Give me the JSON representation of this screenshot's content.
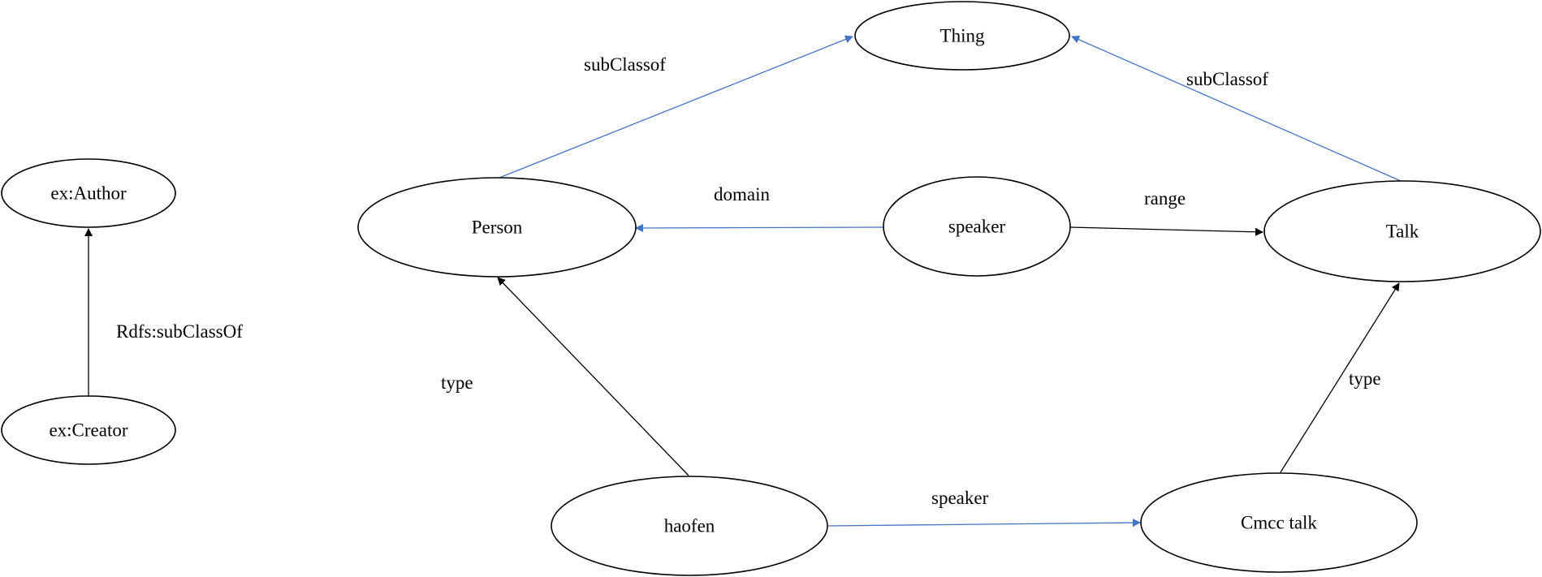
{
  "nodes": [
    {
      "id": "ex-author",
      "label": "ex:Author"
    },
    {
      "id": "ex-creator",
      "label": "ex:Creator"
    },
    {
      "id": "thing",
      "label": "Thing"
    },
    {
      "id": "person",
      "label": "Person"
    },
    {
      "id": "speaker",
      "label": "speaker"
    },
    {
      "id": "talk",
      "label": "Talk"
    },
    {
      "id": "haofen",
      "label": "haofen"
    },
    {
      "id": "cmcc-talk",
      "label": "Cmcc talk"
    }
  ],
  "edges": [
    {
      "id": "creator-author",
      "label": "Rdfs:subClassOf",
      "color": "#000000"
    },
    {
      "id": "person-thing",
      "label": "subClassof",
      "color": "#4472C4"
    },
    {
      "id": "talk-thing",
      "label": "subClassof",
      "color": "#4472C4"
    },
    {
      "id": "speaker-person",
      "label": "domain",
      "color": "#4472C4"
    },
    {
      "id": "speaker-talk",
      "label": "range",
      "color": "#000000"
    },
    {
      "id": "haofen-person",
      "label": "type",
      "color": "#000000"
    },
    {
      "id": "cmcc-talk-talk",
      "label": "type",
      "color": "#000000"
    },
    {
      "id": "haofen-cmcc-talk",
      "label": "speaker",
      "color": "#4472C4"
    }
  ]
}
